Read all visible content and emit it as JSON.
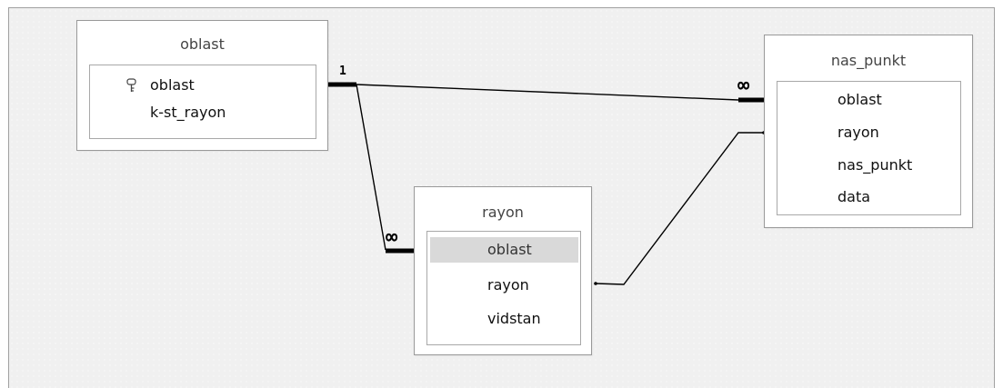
{
  "tables": [
    {
      "id": "oblast",
      "title": "oblast",
      "fields": [
        {
          "name": "oblast",
          "primary_key": true
        },
        {
          "name": "k-st_rayon",
          "primary_key": false
        }
      ]
    },
    {
      "id": "nas_punkt",
      "title": "nas_punkt",
      "fields": [
        {
          "name": "oblast",
          "primary_key": false
        },
        {
          "name": "rayon",
          "primary_key": false
        },
        {
          "name": "nas_punkt",
          "primary_key": false
        },
        {
          "name": "data",
          "primary_key": false
        }
      ]
    },
    {
      "id": "rayon",
      "title": "rayon",
      "fields": [
        {
          "name": "oblast",
          "primary_key": false,
          "selected": true
        },
        {
          "name": "rayon",
          "primary_key": false
        },
        {
          "name": "vidstan",
          "primary_key": false
        }
      ]
    }
  ],
  "relationships": [
    {
      "from": "oblast.oblast",
      "to": "nas_punkt.oblast",
      "one_label": "1",
      "many_label": "∞"
    },
    {
      "from": "oblast.oblast",
      "to": "rayon.oblast",
      "one_label": "1",
      "many_label": "∞"
    },
    {
      "from": "rayon.rayon",
      "to": "nas_punkt.rayon"
    }
  ],
  "colors": {
    "canvas": "#f0f0f0",
    "line": "#000000",
    "selected_field": "#d9d9d9"
  }
}
